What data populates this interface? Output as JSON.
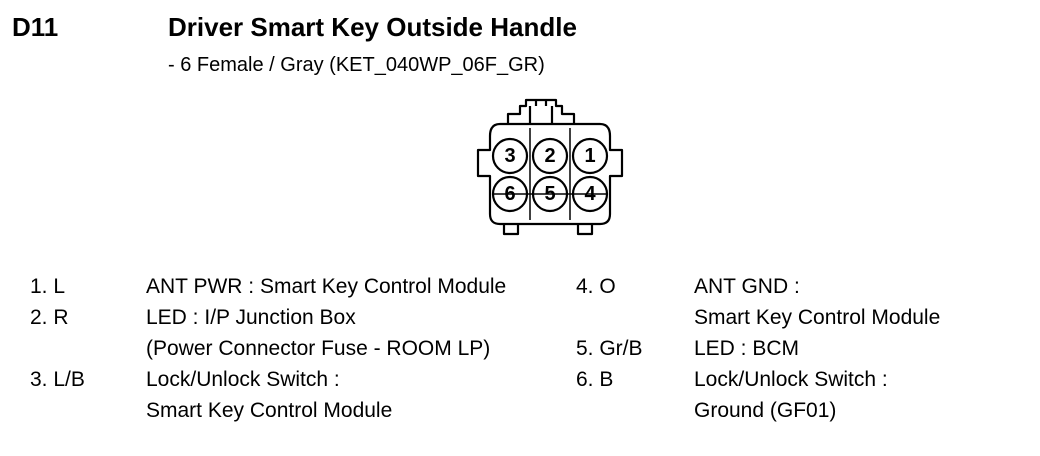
{
  "header": {
    "code": "D11",
    "title": "Driver Smart Key Outside Handle",
    "subtitle": "- 6 Female / Gray (KET_040WP_06F_GR)"
  },
  "connector": {
    "cavities": [
      "3",
      "2",
      "1",
      "6",
      "5",
      "4"
    ]
  },
  "pins": {
    "p1": {
      "num": "1. L",
      "line1": "ANT PWR : Smart Key Control Module"
    },
    "p2": {
      "num": "2. R",
      "line1": "LED : I/P Junction Box",
      "line2": "(Power Connector Fuse - ROOM LP)"
    },
    "p3": {
      "num": "3. L/B",
      "line1": "Lock/Unlock Switch :",
      "line2": "Smart Key Control Module"
    },
    "p4": {
      "num": "4. O",
      "line1": "ANT GND :",
      "line2": "Smart Key Control Module"
    },
    "p5": {
      "num": "5. Gr/B",
      "line1": "LED : BCM"
    },
    "p6": {
      "num": "6. B",
      "line1": "Lock/Unlock Switch :",
      "line2": "Ground (GF01)"
    }
  }
}
